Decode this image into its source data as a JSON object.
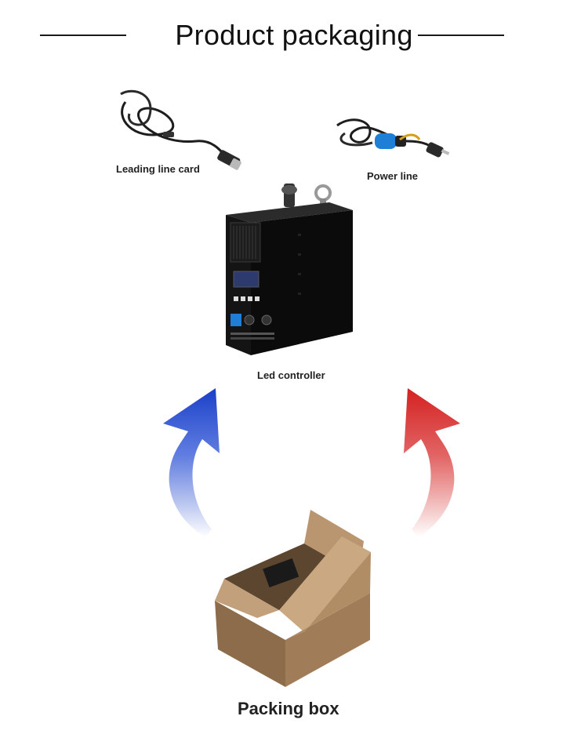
{
  "header": {
    "title": "Product packaging"
  },
  "items": {
    "leading_line": {
      "label": "Leading line card",
      "icon": "cable-xlr-icon"
    },
    "power_line": {
      "label": "Power line",
      "icon": "power-cable-icon"
    },
    "controller": {
      "label": "Led controller",
      "icon": "led-controller-icon"
    },
    "box": {
      "label": "Packing box",
      "icon": "cardboard-box-icon"
    }
  },
  "colors": {
    "left_arrow": "#1a3fc8",
    "right_arrow": "#d42020",
    "box": "#a8835f"
  }
}
